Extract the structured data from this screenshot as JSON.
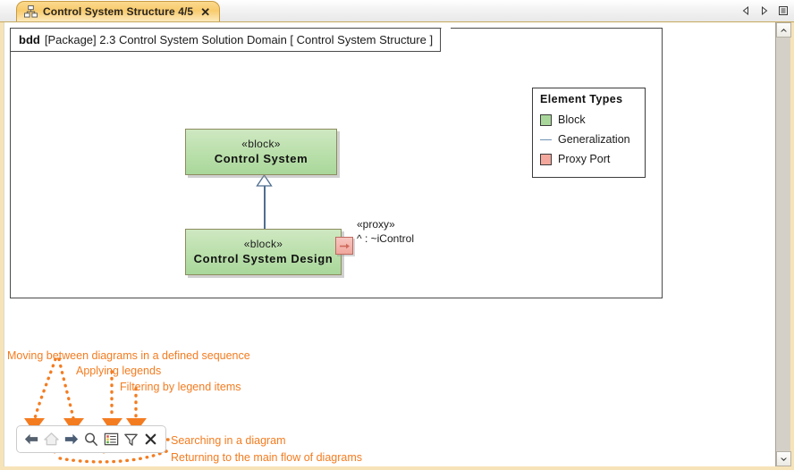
{
  "window": {
    "tab": {
      "icon": "block-definition-diagram-icon",
      "title": "Control System Structure 4/5",
      "close": "✕"
    },
    "nav": {
      "prev": "previous-diagram-icon",
      "next": "next-diagram-icon",
      "list": "diagram-list-icon"
    },
    "scrollbar": {
      "up": "▲",
      "down": "▼"
    }
  },
  "diagram": {
    "frame": {
      "kind": "bdd",
      "text": "[Package] 2.3 Control System Solution Domain [ Control System Structure ]"
    },
    "blocks": [
      {
        "stereotype": "«block»",
        "name": "Control System"
      },
      {
        "stereotype": "«block»",
        "name": "Control System Design"
      }
    ],
    "port": {
      "stereotype": "«proxy»",
      "text": "^ : ~iControl",
      "icon": "proxy-port-arrow-icon"
    },
    "relationship": "generalization"
  },
  "legend": {
    "title": "Element Types",
    "items": [
      {
        "label": "Block",
        "kind": "swatch",
        "color": "#a9d79b"
      },
      {
        "label": "Generalization",
        "kind": "line",
        "color": "#6f93b5"
      },
      {
        "label": "Proxy Port",
        "kind": "swatch",
        "color": "#f4a79c"
      }
    ]
  },
  "annotations": {
    "color": "#f47c20",
    "moving": "Moving between diagrams in a defined sequence",
    "legends": "Applying legends",
    "filtering": "Filtering by legend items",
    "searching": "Searching in a diagram",
    "returning": "Returning to the main flow of diagrams"
  },
  "callout_toolbar": {
    "buttons": [
      {
        "name": "back-arrow-icon",
        "label": "Back"
      },
      {
        "name": "home-icon",
        "label": "Home"
      },
      {
        "name": "forward-arrow-icon",
        "label": "Forward"
      },
      {
        "name": "search-icon",
        "label": "Search"
      },
      {
        "name": "legend-icon",
        "label": "Legend"
      },
      {
        "name": "filter-icon",
        "label": "Filter"
      },
      {
        "name": "close-icon",
        "label": "Close"
      }
    ]
  }
}
